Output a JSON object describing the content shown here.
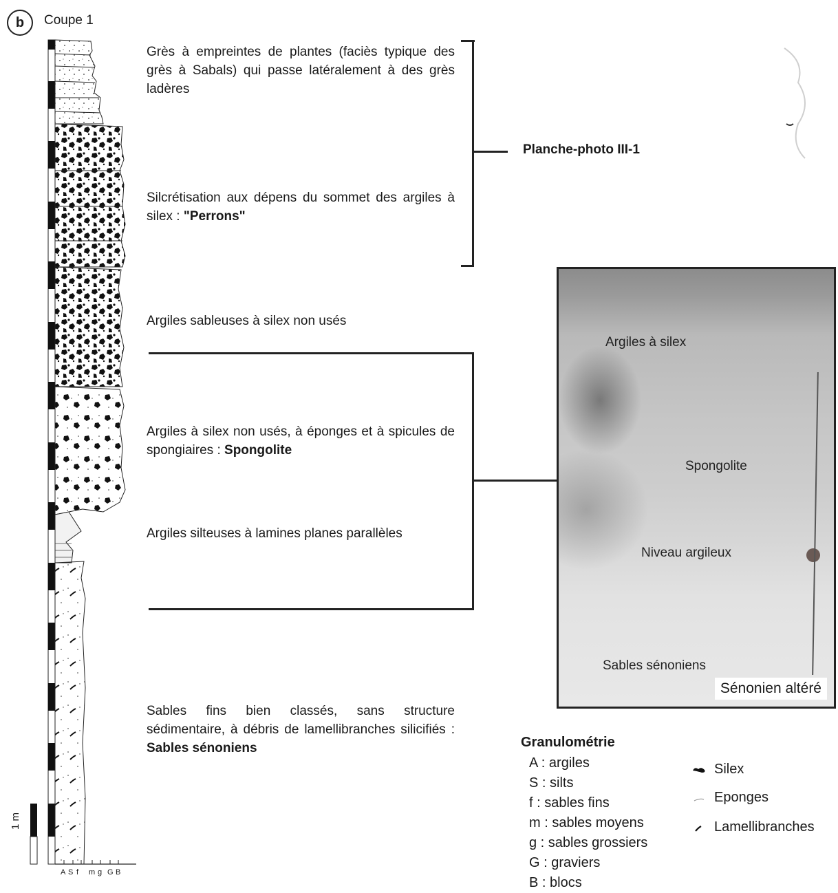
{
  "header": {
    "badge": "b",
    "title": "Coupe 1"
  },
  "descriptions": {
    "gres": "Grès à empreintes de plantes (faciès typique des grès à Sabals) qui passe latéralement à des grès ladères",
    "silcretisation": "Silcrétisation aux dépens du sommet des argiles à silex :",
    "silcretisation_bold": "\"Perrons\"",
    "argiles_sableuses": "Argiles sableuses à silex non usés",
    "argiles_eponges": "Argiles à silex non usés, à éponges et à spicules de spongiaires :",
    "argiles_eponges_bold": "Spongolite",
    "argiles_silteuses": "Argiles silteuses à lamines planes parallèles",
    "sables": "Sables fins bien classés, sans structure sédimentaire, à débris de lamellibranches silicifiés :",
    "sables_bold": "Sables sénoniens"
  },
  "planche_label": "Planche-photo III-1",
  "photo": {
    "labels": [
      "Argiles à silex",
      "Spongolite",
      "Niveau argileux",
      "Sables sénoniens"
    ],
    "tag": "Sénonien altéré"
  },
  "scale": {
    "label": "1 m"
  },
  "granulometry_axis": [
    "A",
    "S",
    "f",
    "m",
    "g",
    "G",
    "B"
  ],
  "legend": {
    "title": "Granulométrie",
    "items": [
      "A : argiles",
      "S : silts",
      "f : sables fins",
      "m : sables moyens",
      "g : sables grossiers",
      "G : graviers",
      "B : blocs"
    ]
  },
  "symbols": {
    "items": [
      "Silex",
      "Eponges",
      "Lamellibranches"
    ]
  },
  "colors": {
    "ink": "#1a1a1a",
    "photo_border": "#222222"
  }
}
